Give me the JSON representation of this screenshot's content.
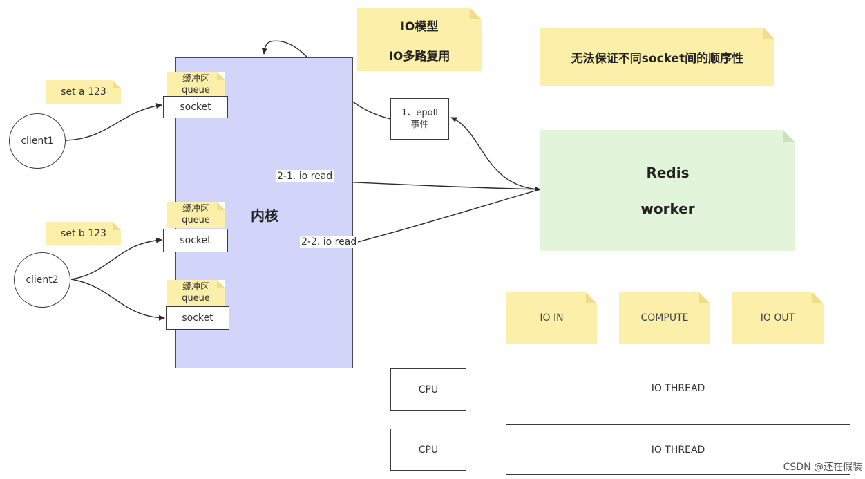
{
  "notes": {
    "io_model_title": "IO模型",
    "io_model_sub": "IO多路复用",
    "ordering_note": "无法保证不同socket间的顺序性",
    "set_a": "set a 123",
    "set_b": "set b 123"
  },
  "kernel": {
    "label": "内核"
  },
  "buffers": {
    "b1_line1": "缓冲区",
    "b1_line2": "queue",
    "b2_line1": "缓冲区",
    "b2_line2": "queue",
    "b3_line1": "缓冲区",
    "b3_line2": "queue"
  },
  "sockets": {
    "s1": "socket",
    "s2": "socket",
    "s3": "socket"
  },
  "clients": {
    "c1": "client1",
    "c2": "client2"
  },
  "epoll": {
    "line1": "1、epoll",
    "line2": "事件"
  },
  "redis": {
    "line1": "Redis",
    "line2": "worker"
  },
  "edges": {
    "read1": "2-1. io read",
    "read2": "2-2. io read"
  },
  "stages": {
    "io_in": "IO IN",
    "compute": "COMPUTE",
    "io_out": "IO OUT"
  },
  "threads": {
    "row1": {
      "cpu": "CPU",
      "thread": "IO THREAD"
    },
    "row2": {
      "cpu": "CPU",
      "thread": "IO THREAD"
    }
  },
  "watermark": "CSDN @还在假装",
  "colors": {
    "note": "#fbefaa",
    "kernel": "#d2d5f9",
    "redis": "#e2f4d9"
  }
}
